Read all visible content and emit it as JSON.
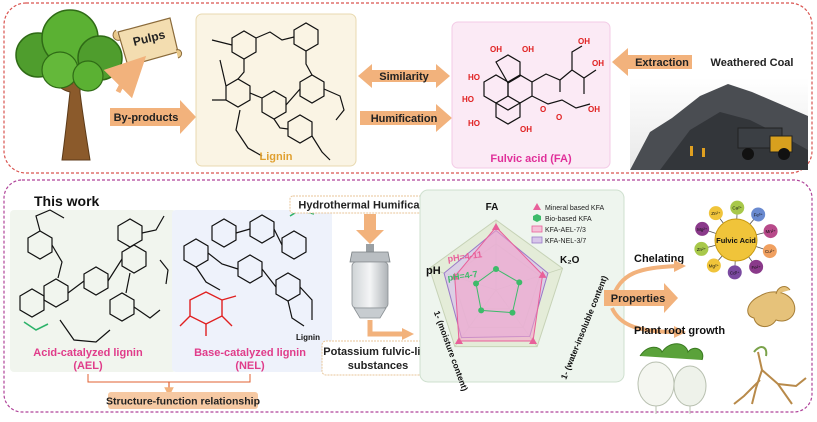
{
  "top": {
    "pulps": "Pulps",
    "by_products": "By-products",
    "lignin": "Lignin",
    "similarity": "Similarity",
    "humification": "Humification",
    "fulvic_acid": "Fulvic acid (FA)",
    "extraction": "Extraction",
    "weathered_coal": "Weathered Coal"
  },
  "bottom": {
    "this_work": "This work",
    "hydrothermal": "Hydrothermal Humification",
    "ael_line1": "Acid-catalyzed lignin",
    "ael_line2": "(AEL)",
    "nel_line1": "Base-catalyzed lignin",
    "nel_line2": "(NEL)",
    "lignin_tag": "Lignin",
    "potassium_line1": "Potassium fulvic-like",
    "potassium_line2": "substances",
    "structure_function": "Structure-function relationship",
    "chelating": "Chelating",
    "properties": "Properties",
    "plant_root_growth": "Plant root growth",
    "fulvic_acid_center": "Fulvic Acid"
  },
  "radar": {
    "axis_fa": "FA",
    "axis_k2o": "K₂O",
    "axis_ph": "pH",
    "axis_moisture": "1- (moisture content)",
    "axis_water": "1- (water-insoluble content)",
    "ph_range1": "pH=4-11",
    "ph_range2": "pH=4-7",
    "legend": [
      "Mineral based KFA",
      "Bio-based KFA",
      "KFA-AEL-7/3",
      "KFA-NEL-3/7"
    ]
  },
  "ion_labels": [
    "Mg²⁺",
    "Zn²⁺",
    "Ca²⁺",
    "Fe³⁺",
    "Mn²⁺",
    "Cu²⁺",
    "Fe²⁺",
    "Cd²⁺",
    "Mg²⁺",
    "Zn²⁺"
  ],
  "colors": {
    "frame": "#c0504d",
    "frame_bottom": "#b0449a",
    "lignin_label": "#e0a030",
    "fa_label": "#e0309a",
    "arrow": "#f2b27c",
    "pink_label": "#e03c8a",
    "radar_mineral": "#e8609a",
    "radar_bio": "#3dbb6a"
  }
}
